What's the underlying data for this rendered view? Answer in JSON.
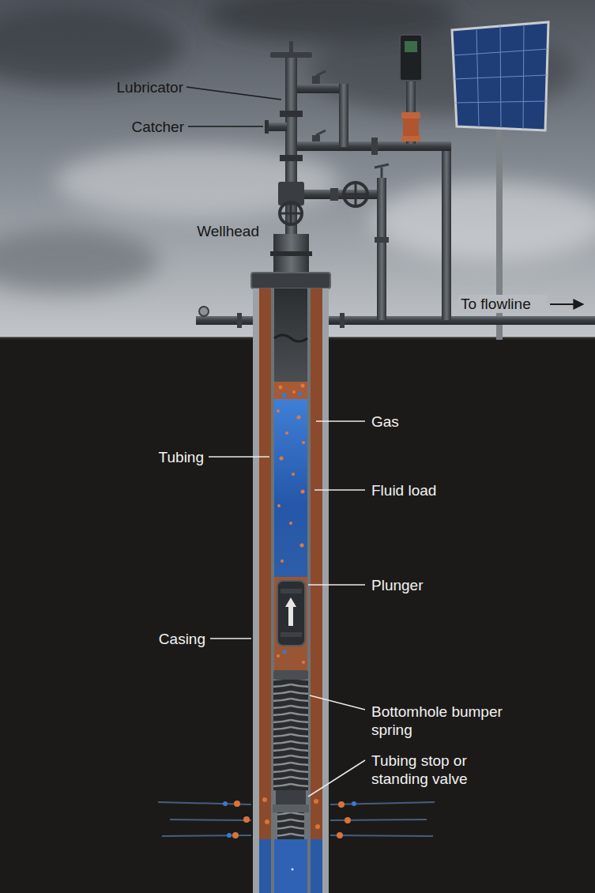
{
  "diagram": {
    "labels": [
      "Lubricator",
      "Catcher",
      "Wellhead",
      "To flowline",
      "Gas",
      "Tubing",
      "Fluid load",
      "Plunger",
      "Casing",
      "Bottomhole bumper spring",
      "Tubing stop or standing valve"
    ]
  }
}
